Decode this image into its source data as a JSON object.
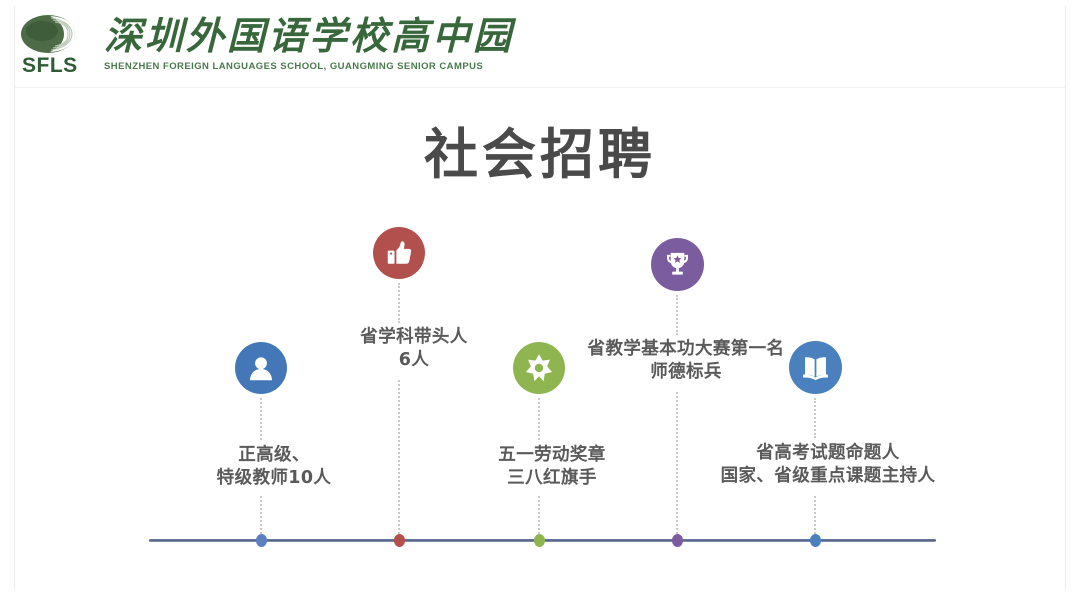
{
  "header": {
    "logo_abbr": "SFLS",
    "school_name_cn": "深圳外国语学校高中园",
    "school_name_en": "SHENZHEN FOREIGN LANGUAGES SCHOOL, GUANGMING SENIOR CAMPUS",
    "logo_color": "#38673c"
  },
  "title": "社会招聘",
  "timeline": {
    "axis_color": "#54607f",
    "connector_color": "#c9c9c9",
    "nodes": [
      {
        "id": "node-1",
        "icon": "person-icon",
        "color": "#4477b8",
        "label_line1": "正高级、",
        "label_line2": "特级教师10人",
        "position": "below"
      },
      {
        "id": "node-2",
        "icon": "thumbs-up-icon",
        "color": "#b2504e",
        "label_line1": "省学科带头人",
        "label_line2": "6人",
        "position": "above"
      },
      {
        "id": "node-3",
        "icon": "star-badge-icon",
        "color": "#8fb551",
        "label_line1": "五一劳动奖章",
        "label_line2": "三八红旗手",
        "position": "below"
      },
      {
        "id": "node-4",
        "icon": "trophy-icon",
        "color": "#7b5c9e",
        "label_line1": "省教学基本功大赛第一名",
        "label_line2": "师德标兵",
        "position": "above"
      },
      {
        "id": "node-5",
        "icon": "open-book-icon",
        "color": "#4a80bd",
        "label_line1": "省高考试题命题人",
        "label_line2": "国家、省级重点课题主持人",
        "position": "below"
      }
    ]
  }
}
